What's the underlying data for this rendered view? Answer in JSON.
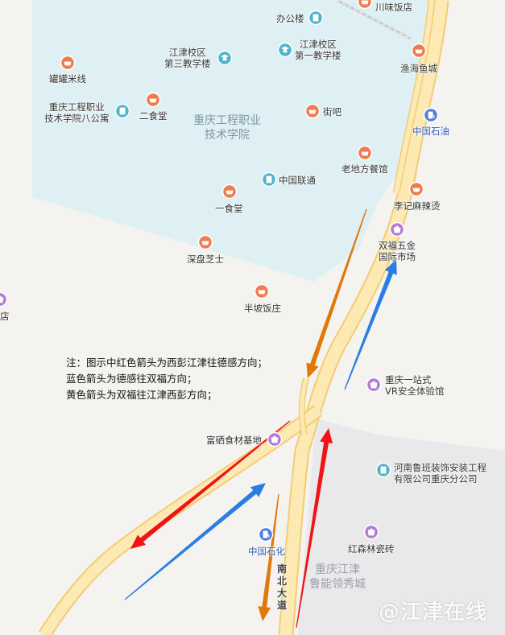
{
  "map": {
    "campus_name_line1": "重庆工程职业",
    "campus_name_line2": "技术学院",
    "district_line1": "重庆江津",
    "district_line2": "鲁能领秀城",
    "road_name": [
      "南",
      "北",
      "大",
      "道"
    ]
  },
  "pois": [
    {
      "id": "chuanwei",
      "label": "川味饭店",
      "icon": "restaurant-icon"
    },
    {
      "id": "bangonglou",
      "label": "办公楼",
      "icon": "office-icon"
    },
    {
      "id": "jiangjin-3",
      "label": "江津校区\n第三教学楼",
      "icon": "school-icon"
    },
    {
      "id": "jiangjin-1",
      "label": "江津校区\n第一教学楼",
      "icon": "school-icon"
    },
    {
      "id": "yuhai",
      "label": "渔海鱼城",
      "icon": "restaurant-icon"
    },
    {
      "id": "guanguan",
      "label": "罐罐米线",
      "icon": "restaurant-icon"
    },
    {
      "id": "bagongyu",
      "label": "重庆工程职业\n技术学院八公寓",
      "icon": "building-icon"
    },
    {
      "id": "ershitang",
      "label": "二食堂",
      "icon": "restaurant-icon"
    },
    {
      "id": "jieba",
      "label": "街吧",
      "icon": "restaurant-icon"
    },
    {
      "id": "zhongguoshiyou",
      "label": "中国石油",
      "icon": "gas-station-icon"
    },
    {
      "id": "laodifang",
      "label": "老地方餐馆",
      "icon": "restaurant-icon"
    },
    {
      "id": "zhongguoliantong",
      "label": "中国联通",
      "icon": "telecom-icon"
    },
    {
      "id": "yishitang",
      "label": "一食堂",
      "icon": "restaurant-icon"
    },
    {
      "id": "liji",
      "label": "李记麻辣烫",
      "icon": "restaurant-icon"
    },
    {
      "id": "shuangfu",
      "label": "双福五金\n国际市场",
      "icon": "shopping-icon"
    },
    {
      "id": "shenpan",
      "label": "深盘芝士",
      "icon": "restaurant-icon"
    },
    {
      "id": "banpo",
      "label": "半坡饭庄",
      "icon": "restaurant-icon"
    },
    {
      "id": "vr",
      "label": "重庆一站式\nVR安全体验馆",
      "icon": "shopping-icon"
    },
    {
      "id": "fuxi",
      "label": "富硒食材基地",
      "icon": "shopping-icon"
    },
    {
      "id": "henan",
      "label": "河南鲁班装饰安装工程\n有限公司重庆分公司",
      "icon": "building-icon"
    },
    {
      "id": "zhongguoshihua",
      "label": "中国石化",
      "icon": "gas-station-icon"
    },
    {
      "id": "hongsenlin",
      "label": "红森林瓷砖",
      "icon": "shopping-icon"
    },
    {
      "id": "left-edge",
      "label": "店",
      "icon": "shopping-icon"
    }
  ],
  "note": {
    "line1": "注：图示中红色箭头为西彭江津往德感方向；",
    "line2": "蓝色箭头为德感往双福方向；",
    "line3": "黄色箭头为双福往江津西彭方向；"
  },
  "arrows": [
    {
      "id": "red-arrow-1",
      "color": "#f01414"
    },
    {
      "id": "red-arrow-2",
      "color": "#f01414"
    },
    {
      "id": "blue-arrow-1",
      "color": "#2a7de1"
    },
    {
      "id": "blue-arrow-2",
      "color": "#2a7de1"
    },
    {
      "id": "orange-arrow-1",
      "color": "#e0780a"
    },
    {
      "id": "orange-arrow-2",
      "color": "#e0780a"
    }
  ],
  "colors": {
    "campus_fill": "#dff0f5",
    "road_fill": "#fde9b4",
    "road_edge": "#f2cd73",
    "restaurant": "#f07c4e",
    "school": "#4db6c9",
    "shopping": "#b27ad6",
    "gas": "#4f7fe0"
  },
  "watermark": "@江津在线"
}
